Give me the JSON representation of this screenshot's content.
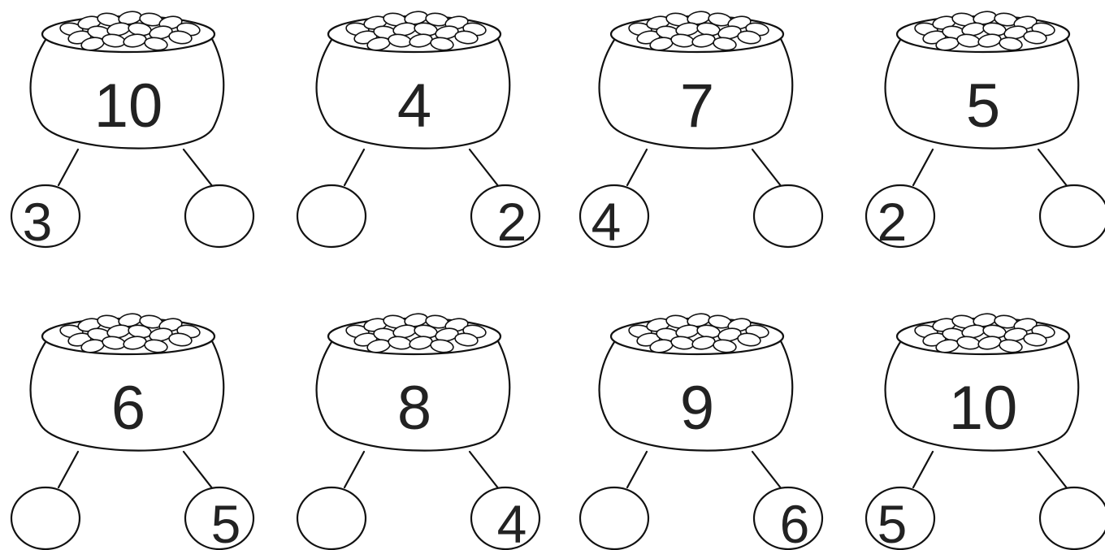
{
  "worksheet": {
    "rows": [
      {
        "problems": [
          {
            "whole": "10",
            "left": "3",
            "right": ""
          },
          {
            "whole": "4",
            "left": "",
            "right": "2"
          },
          {
            "whole": "7",
            "left": "4",
            "right": ""
          },
          {
            "whole": "5",
            "left": "2",
            "right": ""
          }
        ]
      },
      {
        "problems": [
          {
            "whole": "6",
            "left": "",
            "right": "5"
          },
          {
            "whole": "8",
            "left": "",
            "right": "4"
          },
          {
            "whole": "9",
            "left": "",
            "right": "6"
          },
          {
            "whole": "10",
            "left": "5",
            "right": ""
          }
        ]
      }
    ]
  }
}
